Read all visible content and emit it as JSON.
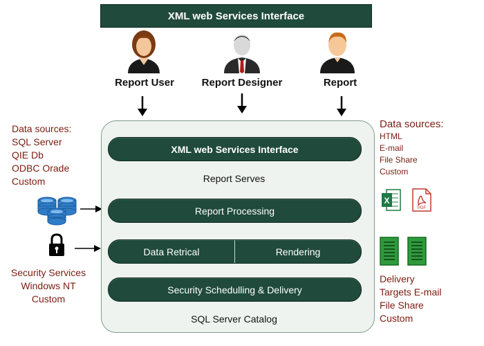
{
  "top_banner": "XML web Services Interface",
  "roles": [
    "Report User",
    "Report Designer",
    "Report"
  ],
  "left_sources": {
    "title": "Data sources:",
    "items": [
      "SQL Server",
      "QIE Db",
      "ODBC Orade",
      "Custom"
    ]
  },
  "left_security": {
    "items": [
      "Security Services",
      "Windows NT",
      "Custom"
    ]
  },
  "panel": {
    "xml_interface": "XML web Services Interface",
    "report_serves": "Report Serves",
    "report_processing": "Report Processing",
    "data_retrical": "Data Retrical",
    "rendering": "Rendering",
    "security_scheduling": "Security Schedulling & Delivery",
    "catalog": "SQL Server Catalog"
  },
  "right_sources": {
    "title": "Data sources:",
    "items": [
      "HTML",
      "E-mail",
      "File Share",
      "Custom"
    ]
  },
  "file_icons": {
    "excel_letter": "X",
    "pdf_label": "PDF"
  },
  "delivery": {
    "items": [
      "Delivery",
      "Targets E-mail",
      "File Share",
      "Custom"
    ]
  },
  "colors": {
    "dark_green": "#1f4a3c",
    "maroon_text": "#7a1c10",
    "panel_bg": "#eef3f0"
  }
}
